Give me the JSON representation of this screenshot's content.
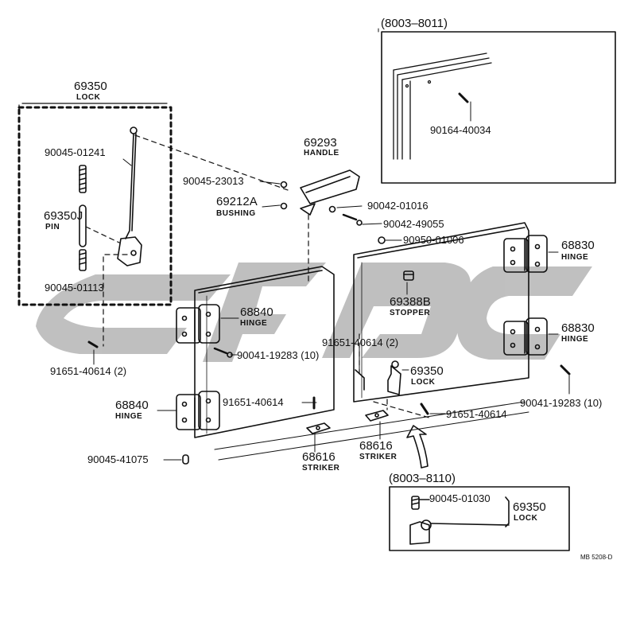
{
  "labels": {
    "lock_group": {
      "number": "69350",
      "name": "LOCK"
    },
    "bolt_01241": "90045-01241",
    "pin": {
      "number": "69350J",
      "name": "PIN"
    },
    "bolt_01113": "90045-01113",
    "screw_40614_2_left": "91651-40614 (2)",
    "nut_23013": "90045-23013",
    "handle": {
      "number": "69293",
      "name": "HANDLE"
    },
    "bushing": {
      "number": "69212A",
      "name": "BUSHING"
    },
    "washer_01016": "90042-01016",
    "screw_49055": "90042-49055",
    "stopper_bolt": "90950-01006",
    "stopper": {
      "number": "69388B",
      "name": "STOPPER"
    },
    "hinge_right_top": {
      "number": "68830",
      "name": "HINGE"
    },
    "hinge_right_bottom": {
      "number": "68830",
      "name": "HINGE"
    },
    "hinge_left_top": {
      "number": "68840",
      "name": "HINGE"
    },
    "hinge_left_bottom": {
      "number": "68840",
      "name": "HINGE"
    },
    "screw_19283_10_left": "90041-19283 (10)",
    "screw_40614_2_right": "91651-40614 (2)",
    "lock_right": {
      "number": "69350",
      "name": "LOCK"
    },
    "screw_40614_left": "91651-40614",
    "screw_40614_right": "91651-40614",
    "screw_19283_10_right": "90041-19283 (10)",
    "bolt_41075": "90045-41075",
    "striker_left": {
      "number": "68616",
      "name": "STRIKER"
    },
    "striker_right": {
      "number": "68616",
      "name": "STRIKER"
    },
    "inset_top": {
      "range": "(8003–8011)",
      "part": "90164-40034"
    },
    "inset_bottom": {
      "range": "(8003–8110)",
      "bolt": "90045-01030",
      "lock_number": "69350",
      "lock_name": "LOCK"
    },
    "drawing_code": "MB 5208-D"
  },
  "colors": {
    "line": "#111111",
    "watermark": "#b5b5b5"
  },
  "icons": [
    "hinge-icon",
    "lock-icon",
    "bolt-icon",
    "handle-icon",
    "striker-icon",
    "stopper-icon",
    "arrow-icon",
    "logo-watermark-icon"
  ]
}
